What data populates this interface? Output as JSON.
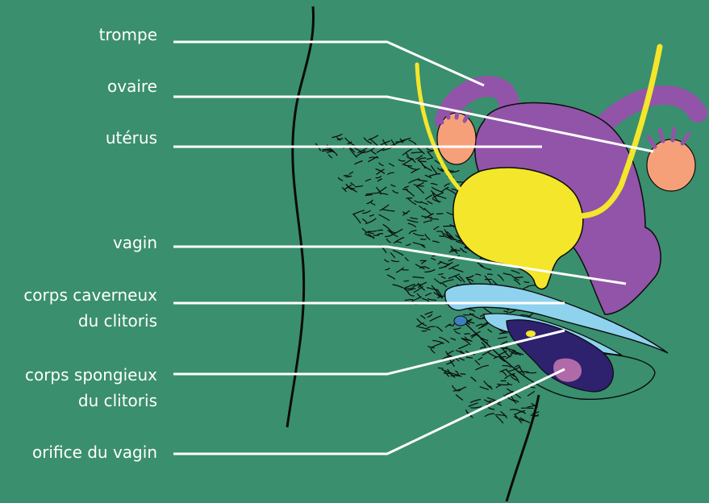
{
  "colors": {
    "background": "#3a8f6e",
    "uterus": "#9254a8",
    "bladder": "#f4e62a",
    "ovary": "#f6a07a",
    "cavernous_body": "#8ed2ee",
    "spongy_body": "#2e216e",
    "outline": "#0b0b0b",
    "leader_line": "#ffffff"
  },
  "labels": {
    "trompe": "trompe",
    "ovaire": "ovaire",
    "uterus": "utérus",
    "vagin": "vagin",
    "corps_caverneux_1": "corps caverneux",
    "corps_caverneux_2": "du clitoris",
    "corps_spongieux_1": "corps spongieux",
    "corps_spongieux_2": "du clitoris",
    "orifice": "orifice du vagin"
  }
}
